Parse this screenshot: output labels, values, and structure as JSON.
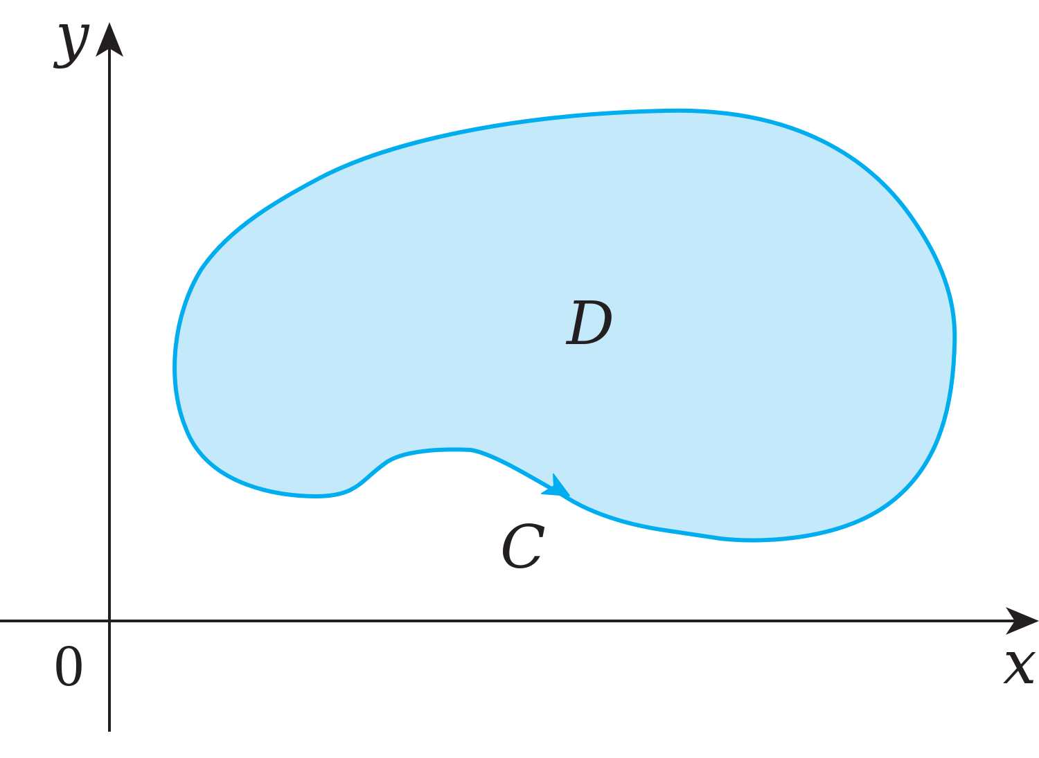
{
  "labels": {
    "y_axis": "y",
    "x_axis": "x",
    "origin": "0",
    "region": "D",
    "curve": "C"
  },
  "colors": {
    "axis": "#231f20",
    "curve_stroke": "#00aeef",
    "region_fill": "#c4e9fa",
    "text": "#231f20"
  }
}
